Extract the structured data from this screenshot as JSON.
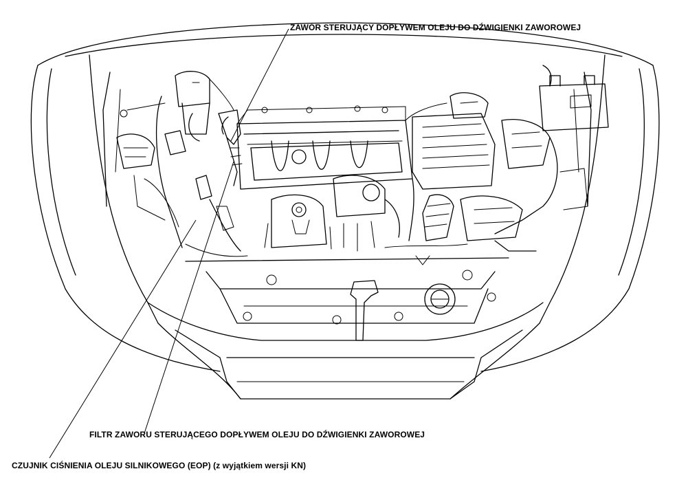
{
  "callouts": {
    "oil_control_valve": "ZAWÓR STERUJĄCY DOPŁYWEM OLEJU DO DŹWIGIENKI ZAWOROWEJ",
    "oil_control_valve_filter": "FILTR ZAWORU STERUJĄCEGO DOPŁYWEM OLEJU DO DŹWIGIENKI ZAWOROWEJ",
    "eop_sensor": "CZUJNIK CIŚNIENIA OLEJU SILNIKOWEGO (EOP) (z wyjątkiem wersji KN)"
  },
  "colors": {
    "line": "#000000",
    "background": "#ffffff"
  }
}
